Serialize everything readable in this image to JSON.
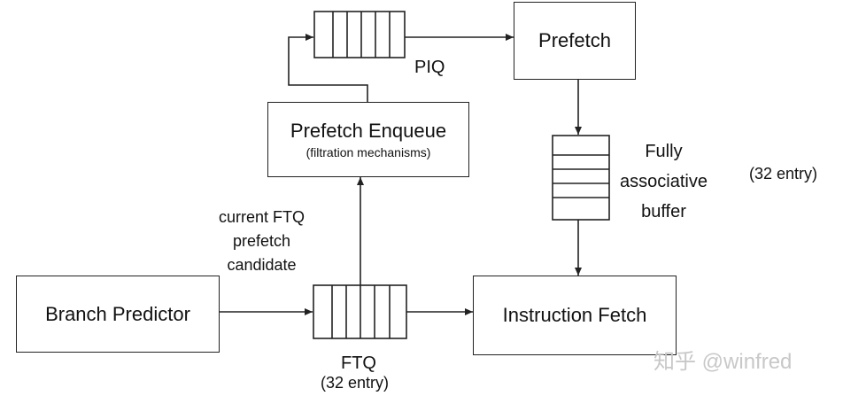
{
  "nodes": {
    "prefetch": "Prefetch",
    "prefetch_enqueue": "Prefetch Enqueue",
    "prefetch_enqueue_sub": "(filtration mechanisms)",
    "branch_predictor": "Branch Predictor",
    "instruction_fetch": "Instruction Fetch"
  },
  "labels": {
    "piq": "PIQ",
    "buffer_line1": "Fully",
    "buffer_line2": "associative",
    "buffer_line3": "buffer",
    "buffer_size": "(32 entry)",
    "candidate_line1": "current FTQ",
    "candidate_line2": "prefetch",
    "candidate_line3": "candidate",
    "ftq": "FTQ",
    "ftq_size": "(32 entry)"
  },
  "watermark": "知乎 @winfred"
}
